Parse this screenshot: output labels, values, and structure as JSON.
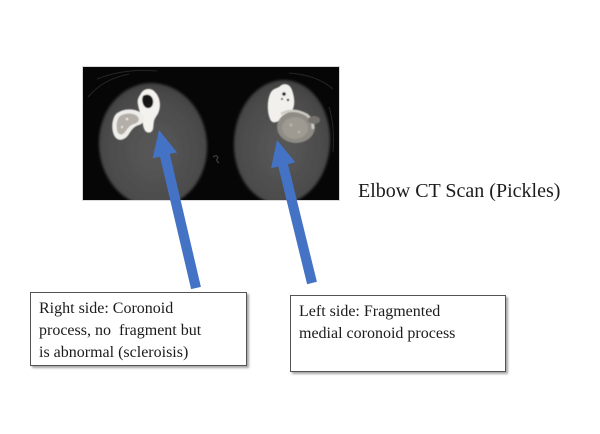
{
  "slide": {
    "caption": "Elbow CT Scan (Pickles)",
    "annotations": {
      "left_box": "Right side: Coronoid\nprocess, no  fragment but\nis abnormal (scleroisis)",
      "right_box": "Left side: Fragmented\nmedial coronoid process"
    },
    "figure": {
      "name": "bilateral-elbow-ct-axial-slice",
      "background": "#060606"
    },
    "colors": {
      "arrow": "#4472c4",
      "box_border": "#545454",
      "text": "#1b1b1b",
      "page_background": "#ffffff"
    }
  }
}
